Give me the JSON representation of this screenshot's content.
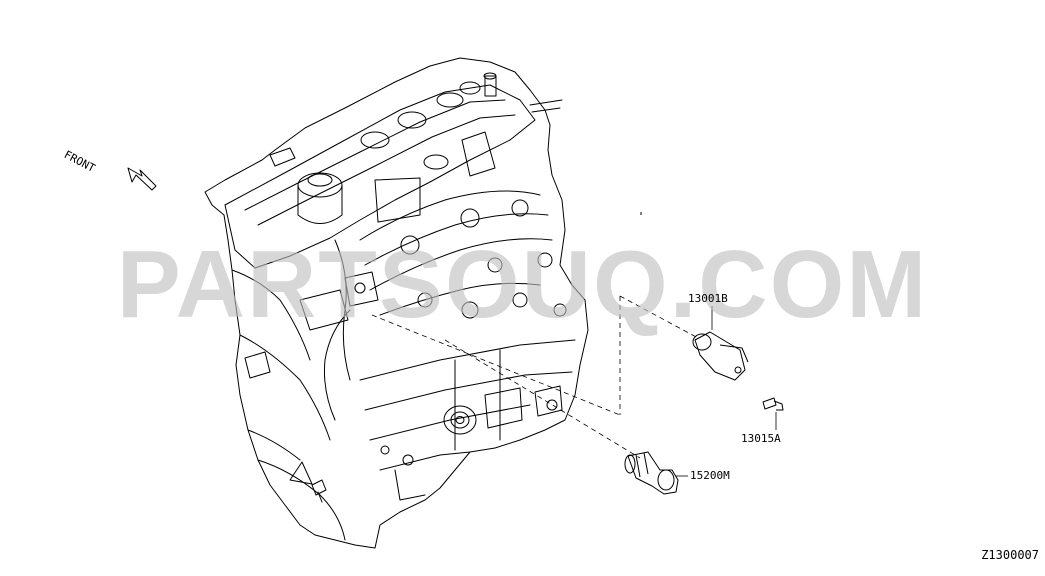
{
  "watermark": "PARTSOUQ.COM",
  "front_label": "FRONT",
  "callouts": [
    {
      "part_number": "13001B"
    },
    {
      "part_number": "13015A"
    },
    {
      "part_number": "15200M"
    }
  ],
  "diagram_id": "Z1300007",
  "colors": {
    "line": "#000000",
    "watermark": "#bebebe"
  }
}
